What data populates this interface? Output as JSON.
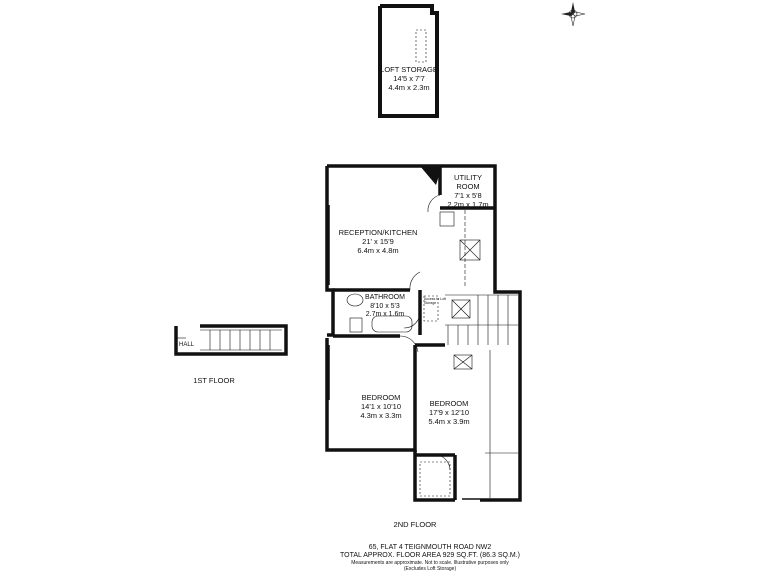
{
  "rooms": {
    "loft": {
      "name": "LOFT STORAGE",
      "imperial": "14'5 x 7'7",
      "metric": "4.4m x 2.3m"
    },
    "utility": {
      "name1": "UTILITY",
      "name2": "ROOM",
      "imperial": "7'1 x 5'8",
      "metric": "2.2m x 1.7m"
    },
    "reception": {
      "name": "RECEPTION/KITCHEN",
      "imperial": "21' x 15'9",
      "metric": "6.4m x 4.8m"
    },
    "bathroom": {
      "name": "BATHROOM",
      "imperial": "8'10 x 5'3",
      "metric": "2.7m x 1.6m"
    },
    "bedroom1": {
      "name": "BEDROOM",
      "imperial": "14'1 x 10'10",
      "metric": "4.3m x 3.3m"
    },
    "bedroom2": {
      "name": "BEDROOM",
      "imperial": "17'9 x 12'10",
      "metric": "5.4m x 3.9m"
    },
    "hall": {
      "name": "HALL"
    },
    "loft_access": {
      "line1": "Access to Loft",
      "line2": "Storage"
    }
  },
  "floors": {
    "first": "1ST FLOOR",
    "second": "2ND FLOOR"
  },
  "footer": {
    "address": "65, FLAT 4 TEIGNMOUTH ROAD NW2",
    "area": "TOTAL APPROX. FLOOR AREA 929 SQ.FT. (86.3 SQ.M.)",
    "disclaimer": "Measurements are approximate.  Not to scale.  Illustrative purposes only",
    "note": "(Excludes Loft Storage)"
  },
  "icons": {
    "compass": "compass-rose-icon"
  },
  "colors": {
    "wall": "#111111",
    "background": "#ffffff"
  }
}
